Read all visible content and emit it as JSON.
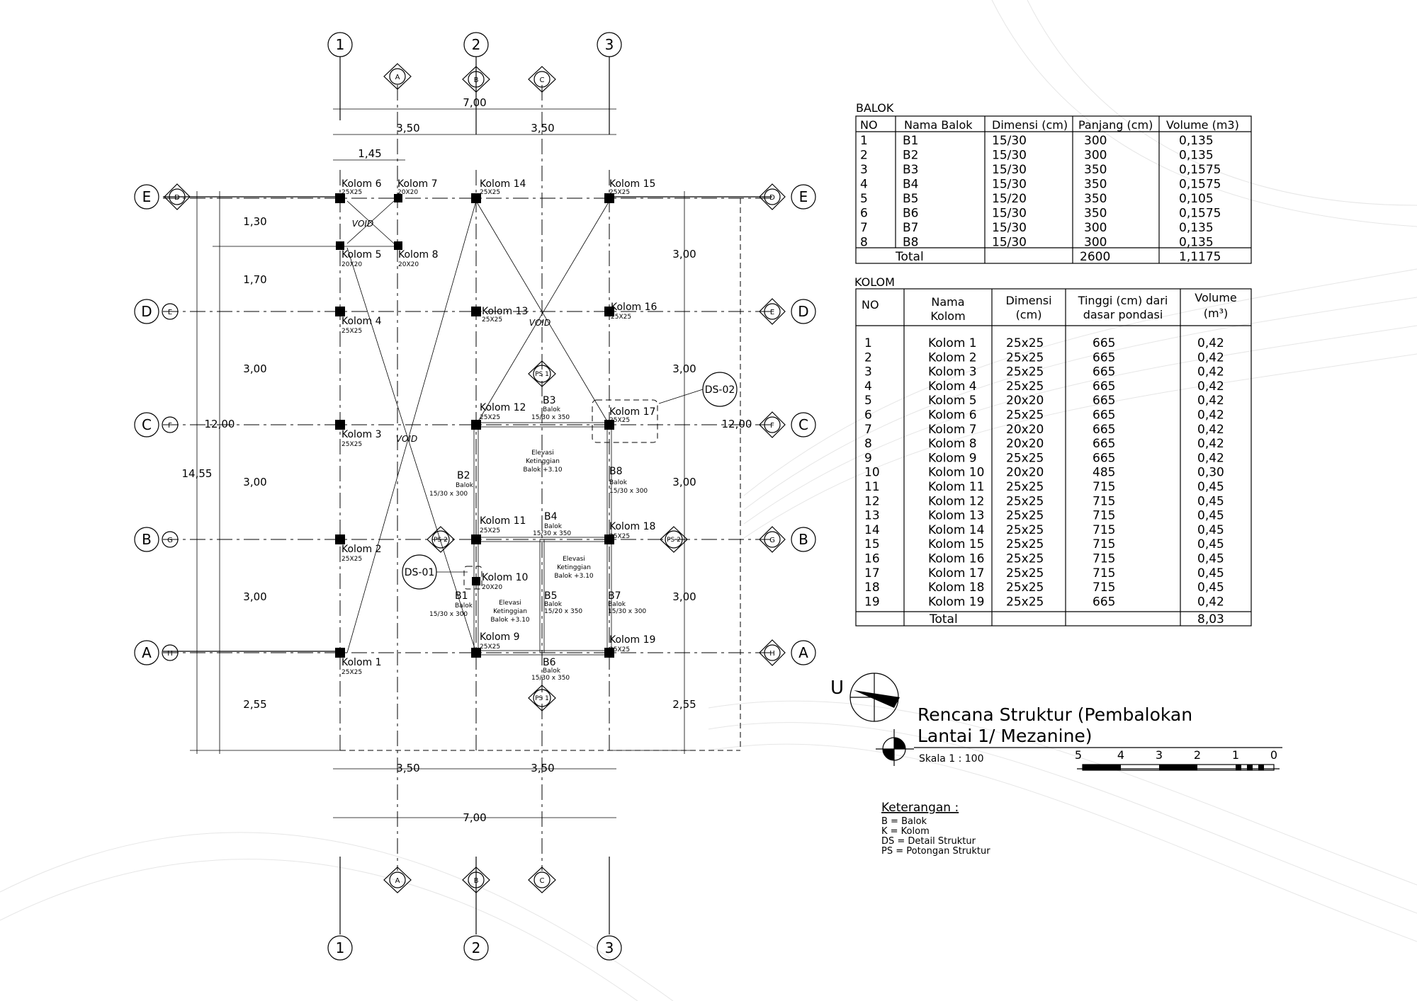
{
  "grid": {
    "top_numbers": [
      "1",
      "2",
      "3"
    ],
    "top_letters": [
      "A",
      "B",
      "C"
    ],
    "left_letters": [
      "E",
      "D",
      "C",
      "B",
      "A"
    ],
    "left_inner_letters": [
      "D",
      "E",
      "F",
      "G",
      "H"
    ]
  },
  "dims": {
    "top_total": "7,00",
    "top_a": "3,50",
    "top_b": "3,50",
    "top_small": "1,45",
    "left_1": "1,30",
    "left_2": "1,70",
    "left_3": "3,00",
    "left_4": "3,00",
    "left_5": "3,00",
    "left_6": "2,55",
    "left_total": "12,00",
    "left_overall": "14,55",
    "right_1": "3,00",
    "right_2": "3,00",
    "right_3": "3,00",
    "right_4": "3,00",
    "right_5": "2,55",
    "right_total": "12,00",
    "bottom_a": "3,50",
    "bottom_b": "3,50",
    "bottom_total": "7,00"
  },
  "columns": [
    {
      "name": "Kolom 6",
      "size": "25X25"
    },
    {
      "name": "Kolom 7",
      "size": "20X20"
    },
    {
      "name": "Kolom 14",
      "size": "25X25"
    },
    {
      "name": "Kolom 15",
      "size": "25X25"
    },
    {
      "name": "Kolom 5",
      "size": "20X20"
    },
    {
      "name": "Kolom 8",
      "size": "20X20"
    },
    {
      "name": "Kolom 4",
      "size": "25X25"
    },
    {
      "name": "Kolom 13",
      "size": "25X25"
    },
    {
      "name": "Kolom 16",
      "size": "25X25"
    },
    {
      "name": "Kolom 3",
      "size": "25X25"
    },
    {
      "name": "Kolom 12",
      "size": "25X25"
    },
    {
      "name": "Kolom 17",
      "size": "25X25"
    },
    {
      "name": "Kolom 2",
      "size": "25X25"
    },
    {
      "name": "Kolom 11",
      "size": "25X25"
    },
    {
      "name": "Kolom 18",
      "size": "25X25"
    },
    {
      "name": "Kolom 10",
      "size": "20X20"
    },
    {
      "name": "Kolom 1",
      "size": "25X25"
    },
    {
      "name": "Kolom 9",
      "size": "25X25"
    },
    {
      "name": "Kolom 19",
      "size": "25X25"
    }
  ],
  "plan_labels": {
    "void": "VOID",
    "b3": "B3",
    "b3_type": "Balok",
    "b3_dim": "15/30 x 350",
    "b2": "B2",
    "b2_type": "Balok",
    "b2_dim": "15/30 x 300",
    "b8": "B8",
    "b8_type": "Balok",
    "b8_dim": "15/30 x 300",
    "b4": "B4",
    "b4_type": "Balok",
    "b4_dim": "15/30 x 350",
    "b1": "B1",
    "b1_type": "Balok",
    "b1_dim": "15/30 x 300",
    "b5": "B5",
    "b5_type": "Balok",
    "b5_dim": "15/20 x 350",
    "b7": "B7",
    "b7_type": "Balok",
    "b7_dim": "15/30 x 300",
    "b6": "B6",
    "b6_type": "Balok",
    "b6_dim": "15/30 x 350",
    "elev_1": "Elevasi",
    "elev_2": "Ketinggian",
    "elev_3": "Balok +3.10",
    "ds01": "DS-01",
    "ds02": "DS-02",
    "ps1": "PS 1",
    "ps2": "PS 2"
  },
  "balok_table": {
    "title": "BALOK",
    "headers": [
      "NO",
      "Nama Balok",
      "Dimensi (cm)",
      "Panjang (cm)",
      "Volume (m3)"
    ],
    "rows": [
      [
        "1",
        "B1",
        "15/30",
        "300",
        "0,135"
      ],
      [
        "2",
        "B2",
        "15/30",
        "300",
        "0,135"
      ],
      [
        "3",
        "B3",
        "15/30",
        "350",
        "0,1575"
      ],
      [
        "4",
        "B4",
        "15/30",
        "350",
        "0,1575"
      ],
      [
        "5",
        "B5",
        "15/20",
        "350",
        "0,105"
      ],
      [
        "6",
        "B6",
        "15/30",
        "350",
        "0,1575"
      ],
      [
        "7",
        "B7",
        "15/30",
        "300",
        "0,135"
      ],
      [
        "8",
        "B8",
        "15/30",
        "300",
        "0,135"
      ]
    ],
    "total_label": "Total",
    "total_length": "2600",
    "total_volume": "1,1175"
  },
  "kolom_table": {
    "title": "KOLOM",
    "h_no": "NO",
    "h_name_1": "Nama",
    "h_name_2": "Kolom",
    "h_dim_1": "Dimensi",
    "h_dim_2": "(cm)",
    "h_height_1": "Tinggi (cm) dari",
    "h_height_2": "dasar pondasi",
    "h_vol_1": "Volume",
    "h_vol_2": "(m³)",
    "rows": [
      [
        "1",
        "Kolom 1",
        "25x25",
        "665",
        "0,42"
      ],
      [
        "2",
        "Kolom 2",
        "25x25",
        "665",
        "0,42"
      ],
      [
        "3",
        "Kolom 3",
        "25x25",
        "665",
        "0,42"
      ],
      [
        "4",
        "Kolom 4",
        "25x25",
        "665",
        "0,42"
      ],
      [
        "5",
        "Kolom 5",
        "20x20",
        "665",
        "0,42"
      ],
      [
        "6",
        "Kolom 6",
        "25x25",
        "665",
        "0,42"
      ],
      [
        "7",
        "Kolom 7",
        "20x20",
        "665",
        "0,42"
      ],
      [
        "8",
        "Kolom 8",
        "20x20",
        "665",
        "0,42"
      ],
      [
        "9",
        "Kolom 9",
        "25x25",
        "665",
        "0,42"
      ],
      [
        "10",
        "Kolom 10",
        "20x20",
        "485",
        "0,30"
      ],
      [
        "11",
        "Kolom 11",
        "25x25",
        "715",
        "0,45"
      ],
      [
        "12",
        "Kolom 12",
        "25x25",
        "715",
        "0,45"
      ],
      [
        "13",
        "Kolom 13",
        "25x25",
        "715",
        "0,45"
      ],
      [
        "14",
        "Kolom 14",
        "25x25",
        "715",
        "0,45"
      ],
      [
        "15",
        "Kolom 15",
        "25x25",
        "715",
        "0,45"
      ],
      [
        "16",
        "Kolom 16",
        "25x25",
        "715",
        "0,45"
      ],
      [
        "17",
        "Kolom 17",
        "25x25",
        "715",
        "0,45"
      ],
      [
        "18",
        "Kolom 18",
        "25x25",
        "715",
        "0,45"
      ],
      [
        "19",
        "Kolom 19",
        "25x25",
        "665",
        "0,42"
      ]
    ],
    "total_label": "Total",
    "total_volume": "8,03"
  },
  "title_block": {
    "north": "U",
    "title_1": "Rencana Struktur (Pembalokan",
    "title_2": "Lantai 1/ Mezanine)",
    "scale": "Skala 1 : 100",
    "scale_ticks": [
      "5",
      "4",
      "3",
      "2",
      "1",
      "0"
    ]
  },
  "legend": {
    "title": "Keterangan :",
    "items": [
      "B = Balok",
      "K = Kolom",
      "DS = Detail Struktur",
      "PS = Potongan Struktur"
    ]
  }
}
